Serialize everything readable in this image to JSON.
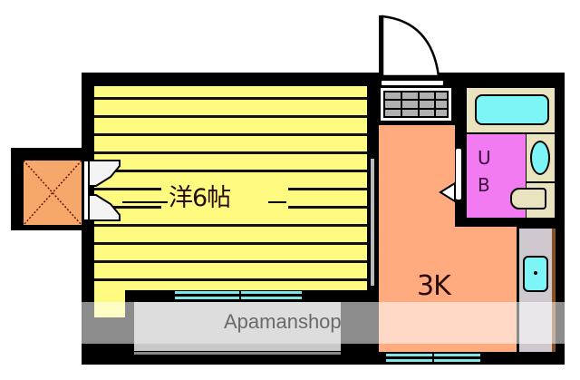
{
  "floorplan": {
    "title": "3K floor plan",
    "rooms": {
      "western_room": {
        "label": "洋6帖",
        "type": "Western-style room",
        "size_jo": 6,
        "color": "#fffb80"
      },
      "kitchen": {
        "label": "3K",
        "color": "#ffaa7f"
      },
      "unit_bath": {
        "label_line1": "U",
        "label_line2": "B",
        "color": "#f27bf2"
      },
      "bathtub_area": {
        "color": "#eae3c0",
        "tub_color": "#7df4f6"
      },
      "closet": {
        "color": "#f5a86a"
      },
      "entrance": {
        "shoe_box_color": "#b0b0b0"
      },
      "sink_area": {
        "color": "#cfcfcf",
        "basin_color": "#7df4f6"
      }
    },
    "wall_color": "#000000"
  },
  "watermark": {
    "text": "Apamanshop"
  }
}
